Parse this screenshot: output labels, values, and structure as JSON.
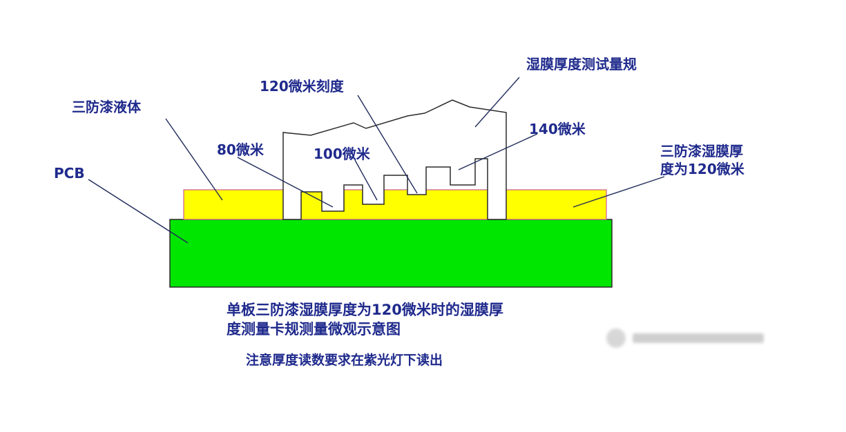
{
  "diagram": {
    "labels": {
      "gauge": "湿膜厚度测试量规",
      "tick_120": "120微米刻度",
      "coating_liquid": "三防漆液体",
      "tick_140": "140微米",
      "tick_80": "80微米",
      "tick_100": "100微米",
      "film_thickness_line1": "三防漆湿膜厚",
      "film_thickness_line2": "度为120微米",
      "pcb": "PCB"
    },
    "caption": {
      "line1": "单板三防漆湿膜厚度为120微米时的湿膜厚",
      "line2": "度测量卡规测量微观示意图",
      "note": "注意厚度读数要求在紫光灯下读出"
    },
    "colors": {
      "pcb": "#00e600",
      "coating": "#ffff00",
      "coating_outline": "#d05a9a",
      "text": "#1f2a8c",
      "outline": "#2a2a2a"
    },
    "watermark": {
      "icon": "wechat-watermark-icon"
    }
  }
}
